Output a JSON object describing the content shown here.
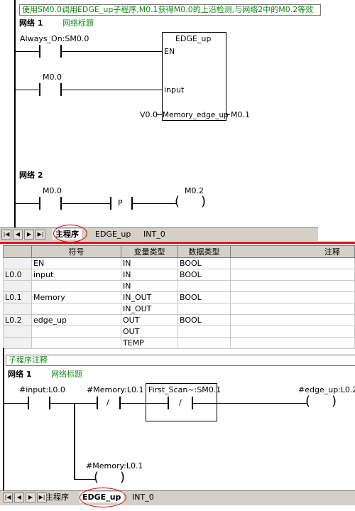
{
  "main": {
    "comment": "使用SM0.0调用EDGE_up子程序,M0.1获得M0.0的上沿检测,与网络2中的M0.2等效",
    "network1": {
      "label": "网络 1",
      "title": "网络标题",
      "contact1": "Always_On:SM0.0",
      "contact2": "M0.0",
      "box_name": "EDGE_up",
      "pin_en": "EN",
      "pin_input": "input",
      "pin_memory": "Memory_edge_up",
      "memory_in": "V0.0",
      "memory_out": "M0.1"
    },
    "network2": {
      "label": "网络 2",
      "contact": "M0.0",
      "p_label": "P",
      "coil": "M0.2"
    },
    "tabs": [
      "主程序",
      "EDGE_up",
      "INT_0"
    ],
    "nav_buttons": [
      "|◀",
      "◀",
      "▶",
      "▶|"
    ]
  },
  "var_table": {
    "headers": [
      "",
      "符号",
      "变量类型",
      "数据类型",
      "注释"
    ],
    "rows": [
      {
        "addr": "",
        "symbol": "EN",
        "var_type": "IN",
        "data_type": "BOOL",
        "comment": ""
      },
      {
        "addr": "L0.0",
        "symbol": "input",
        "var_type": "IN",
        "data_type": "BOOL",
        "comment": ""
      },
      {
        "addr": "",
        "symbol": "",
        "var_type": "IN",
        "data_type": "",
        "comment": ""
      },
      {
        "addr": "L0.1",
        "symbol": "Memory",
        "var_type": "IN_OUT",
        "data_type": "BOOL",
        "comment": ""
      },
      {
        "addr": "",
        "symbol": "",
        "var_type": "IN_OUT",
        "data_type": "",
        "comment": ""
      },
      {
        "addr": "L0.2",
        "symbol": "edge_up",
        "var_type": "OUT",
        "data_type": "BOOL",
        "comment": ""
      },
      {
        "addr": "",
        "symbol": "",
        "var_type": "OUT",
        "data_type": "",
        "comment": ""
      },
      {
        "addr": "",
        "symbol": "",
        "var_type": "TEMP",
        "data_type": "",
        "comment": ""
      }
    ]
  },
  "sub": {
    "comment": "子程序注释",
    "network1": {
      "label": "网络 1",
      "title": "网络标题",
      "contact1": "#input:L0.0",
      "contact2": "#Memory:L0.1",
      "box_contact": "First_Scan~:SM0.1",
      "coil": "#edge_up:L0.2",
      "branch_coil": "#Memory:L0.1",
      "slash": "/"
    },
    "tabs": [
      "主程序",
      "EDGE_up",
      "INT_0"
    ]
  }
}
